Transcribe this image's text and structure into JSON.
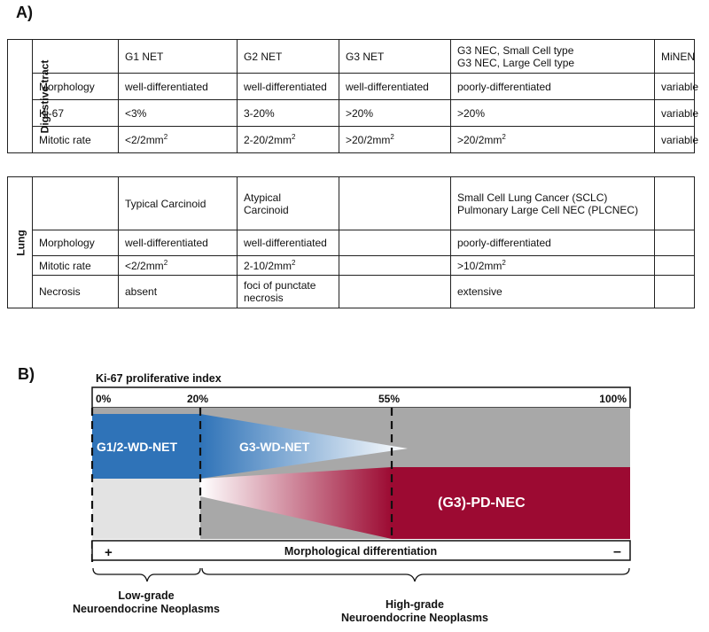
{
  "panel_a": {
    "label": "A)",
    "digestive": {
      "side_label": "Digestive tract",
      "headers": [
        "",
        "G1 NET",
        "G2 NET",
        "G3 NET",
        "G3 NEC, Small Cell type\nG3 NEC, Large Cell type",
        "MiNEN"
      ],
      "rows": [
        [
          "Morphology",
          "well-differentiated",
          "well-differentiated",
          "well-differentiated",
          "poorly-differentiated",
          "variable"
        ],
        [
          "Ki-67",
          "<3%",
          "3-20%",
          ">20%",
          ">20%",
          "variable"
        ],
        [
          "Mitotic rate",
          "<2/2mm2",
          "2-20/2mm2",
          ">20/2mm2",
          ">20/2mm2",
          "variable"
        ]
      ]
    },
    "lung": {
      "side_label": "Lung",
      "headers": [
        "",
        "Typical Carcinoid",
        "Atypical\nCarcinoid",
        "",
        "Small Cell Lung Cancer (SCLC)\nPulmonary Large Cell NEC (PLCNEC)",
        ""
      ],
      "rows": [
        [
          "Morphology",
          "well-differentiated",
          "well-differentiated",
          "",
          "poorly-differentiated",
          ""
        ],
        [
          "Mitotic rate",
          "<2/2mm2",
          "2-10/2mm2",
          "",
          ">10/2mm2",
          ""
        ],
        [
          "Necrosis",
          "absent",
          "foci of punctate\nnecrosis",
          "",
          "extensive",
          ""
        ]
      ]
    }
  },
  "panel_b": {
    "label": "B)",
    "axis_title": "Ki-67 proliferative index",
    "ticks": [
      {
        "label": "0%",
        "value": 0
      },
      {
        "label": "20%",
        "value": 20
      },
      {
        "label": "55%",
        "value": 55
      },
      {
        "label": "100%",
        "value": 100
      }
    ],
    "labels": {
      "wd_net_low": "G1/2-WD-NET",
      "wd_net_g3": "G3-WD-NET",
      "pd_nec": "(G3)-PD-NEC"
    },
    "differentiation": {
      "label": "Morphological differentiation",
      "plus": "+",
      "minus": "–"
    },
    "groups": {
      "low_grade": {
        "line1": "Low-grade",
        "line2": "Neuroendocrine Neoplasms"
      },
      "high_grade": {
        "line1": "High-grade",
        "line2": "Neuroendocrine Neoplasms"
      }
    },
    "colors": {
      "net_blue": "#2f73b8",
      "nec_red": "#9c0a32",
      "grey": "#a8a8a8",
      "light_grey": "#e3e3e3"
    }
  }
}
